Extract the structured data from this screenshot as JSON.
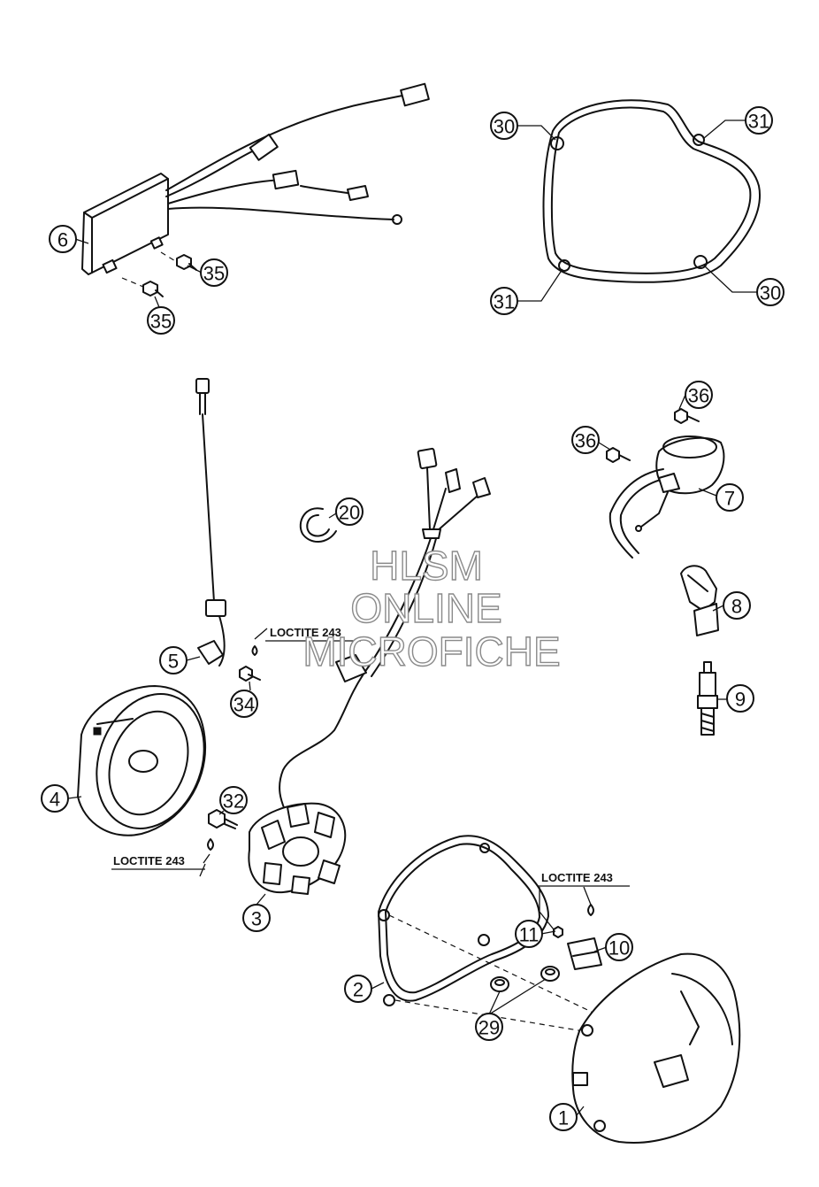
{
  "watermark": {
    "line1": "HLSM",
    "line2": "ONLINE",
    "line3": "MICROFICHE"
  },
  "loctite_label": "LOCTITE 243",
  "callouts": [
    "1",
    "2",
    "3",
    "4",
    "5",
    "6",
    "7",
    "8",
    "9",
    "10",
    "11",
    "20",
    "29",
    "30",
    "30",
    "31",
    "31",
    "32",
    "34",
    "35",
    "35",
    "36",
    "36"
  ]
}
